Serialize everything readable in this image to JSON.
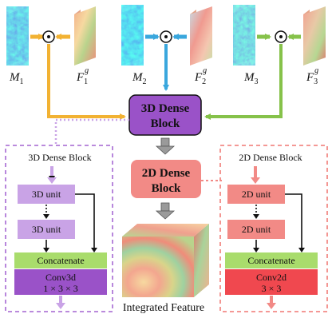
{
  "inputs": [
    {
      "map_label": "M",
      "map_sub": "1",
      "feat_label": "F",
      "feat_sub": "1",
      "feat_sup": "g",
      "arrow_color": "#f2b233"
    },
    {
      "map_label": "M",
      "map_sub": "2",
      "feat_label": "F",
      "feat_sub": "2",
      "feat_sup": "g",
      "arrow_color": "#3aa7dd"
    },
    {
      "map_label": "M",
      "map_sub": "3",
      "feat_label": "F",
      "feat_sub": "3",
      "feat_sup": "g",
      "arrow_color": "#86c24a"
    }
  ],
  "main_3d_block": {
    "line1": "3D Dense",
    "line2": "Block"
  },
  "main_2d_block": {
    "line1": "2D Dense",
    "line2": "Block"
  },
  "left_panel": {
    "title": "3D Dense Block",
    "unit1": "3D unit",
    "unit2": "3D unit",
    "concat": "Concatenate",
    "conv_line1": "Conv3d",
    "conv_line2": "1 × 3 × 3"
  },
  "right_panel": {
    "title": "2D Dense Block",
    "unit1": "2D unit",
    "unit2": "2D unit",
    "concat": "Concatenate",
    "conv_line1": "Conv2d",
    "conv_line2": "3 × 3"
  },
  "output_label": "Integrated Feature",
  "colors": {
    "purple_dark": "#9a52c8",
    "purple_light": "#c9a3e6",
    "pink": "#f28a86",
    "red": "#f0484f",
    "green": "#a9dc6c",
    "gold": "#f2b233",
    "blue": "#3aa7dd",
    "lime": "#86c24a"
  }
}
